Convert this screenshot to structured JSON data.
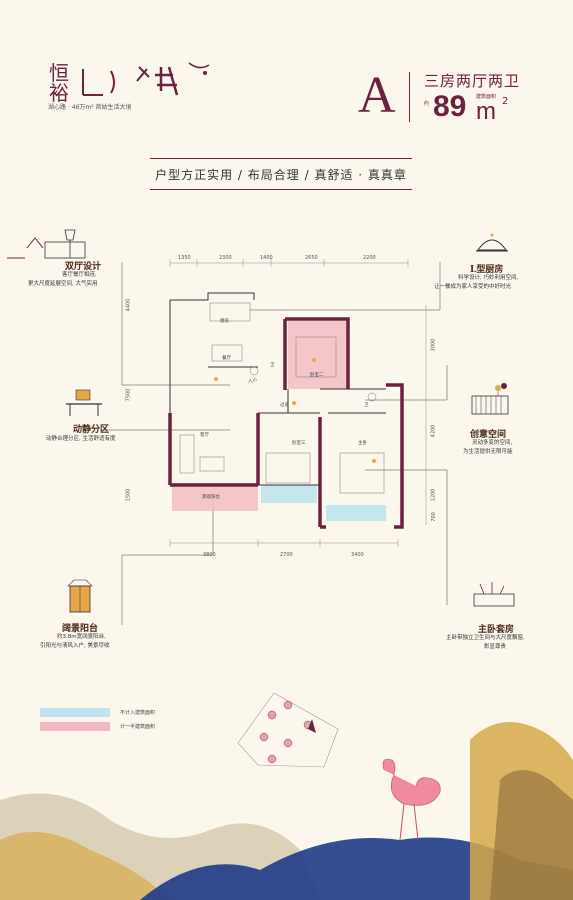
{
  "brand": {
    "chars": [
      "恒",
      "裕"
    ],
    "tagline": "湖心路 · 46万m² 首姑生活大境"
  },
  "unit": {
    "letter": "A",
    "title": "三房两厅两卫",
    "area_prefix": "约",
    "area_value": "89",
    "area_unit": "m",
    "area_sup": "2",
    "area_note": "建筑面积"
  },
  "banner": {
    "text": "户型方正实用 / 布局合理 / 真舒适 · 真真章"
  },
  "features": {
    "living": {
      "title": "双厅设计",
      "desc": [
        "客厅餐厅相连,",
        "更大尺度延展空间, 大气实用"
      ]
    },
    "zoning": {
      "title": "动静分区",
      "desc": [
        "动静合理分区, 生活舒适有度"
      ]
    },
    "balcony": {
      "title": "阔景阳台",
      "desc": [
        "约3.8m宽阔景阳台,",
        "引阳光与清风入户, 美景尽收"
      ]
    },
    "kitchen": {
      "title": "L型厨房",
      "desc": [
        "科学设计, 巧妙利用空间,",
        "让一餐成为家人享受的中好时光"
      ]
    },
    "creative": {
      "title": "创意空间",
      "desc": [
        "灵动多变的空间,",
        "为生活提供无限可能"
      ]
    },
    "master": {
      "title": "主卧套房",
      "desc": [
        "主卧带独立卫生间与大尺度飘窗,",
        "彰显尊贵"
      ]
    }
  },
  "dimensions": {
    "top": [
      "1350",
      "2300",
      "1400",
      "2650",
      "2200"
    ],
    "bottom": [
      "3800",
      "2700",
      "3400"
    ],
    "left": [
      "4400",
      "7500",
      "1500"
    ],
    "right": [
      "3000",
      "4200",
      "1200",
      "700"
    ]
  },
  "rooms": {
    "kitchen": "厨房",
    "dining": "餐厅",
    "living": "客厅",
    "bath1": "卫",
    "bath2": "卫",
    "bedroom2": "卧室二",
    "bedroom3": "卧室三",
    "master": "主卧",
    "corridor": "过道",
    "balcony": "景观阳台",
    "entry": "入户"
  },
  "legend": {
    "not_counted": "不计入建筑面积",
    "half_counted": "计一半建筑面积"
  },
  "colors": {
    "brand": "#6d2140",
    "pink": "#f3b9c2",
    "blue": "#bfe3f0",
    "wall": "#6d2140"
  }
}
